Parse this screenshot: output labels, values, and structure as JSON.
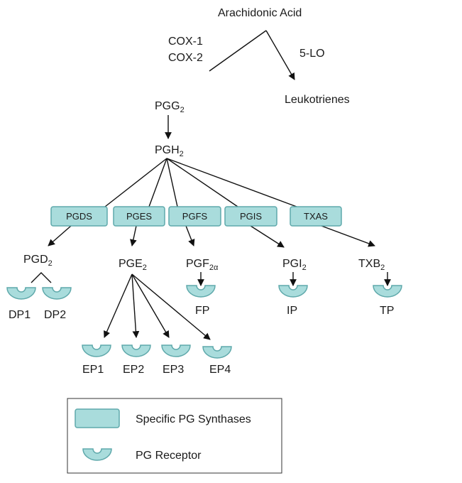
{
  "nodes": {
    "arachidonic_acid": "Arachidonic Acid",
    "cox1": "COX-1",
    "cox2": "COX-2",
    "five_lo": "5-LO",
    "leukotrienes": "Leukotrienes",
    "pgg2": {
      "base": "PGG",
      "sub": "2"
    },
    "pgh2": {
      "base": "PGH",
      "sub": "2"
    },
    "pgd2": {
      "base": "PGD",
      "sub": "2"
    },
    "pge2": {
      "base": "PGE",
      "sub": "2"
    },
    "pgf2a": {
      "base": "PGF",
      "sub": "2α"
    },
    "pgi2": {
      "base": "PGI",
      "sub": "2"
    },
    "txb2": {
      "base": "TXB",
      "sub": "2"
    }
  },
  "synthases": {
    "pgds": "PGDS",
    "pges": "PGES",
    "pgfs": "PGFS",
    "pgis": "PGIS",
    "txas": "TXAS"
  },
  "receptors": {
    "dp1": "DP1",
    "dp2": "DP2",
    "fp": "FP",
    "ip": "IP",
    "tp": "TP",
    "ep1": "EP1",
    "ep2": "EP2",
    "ep3": "EP3",
    "ep4": "EP4"
  },
  "legend": {
    "synthase_label": "Specific PG Synthases",
    "receptor_label": "PG Receptor"
  },
  "colors": {
    "box_fill": "#a9dcdc",
    "box_stroke": "#5fa9ab"
  }
}
